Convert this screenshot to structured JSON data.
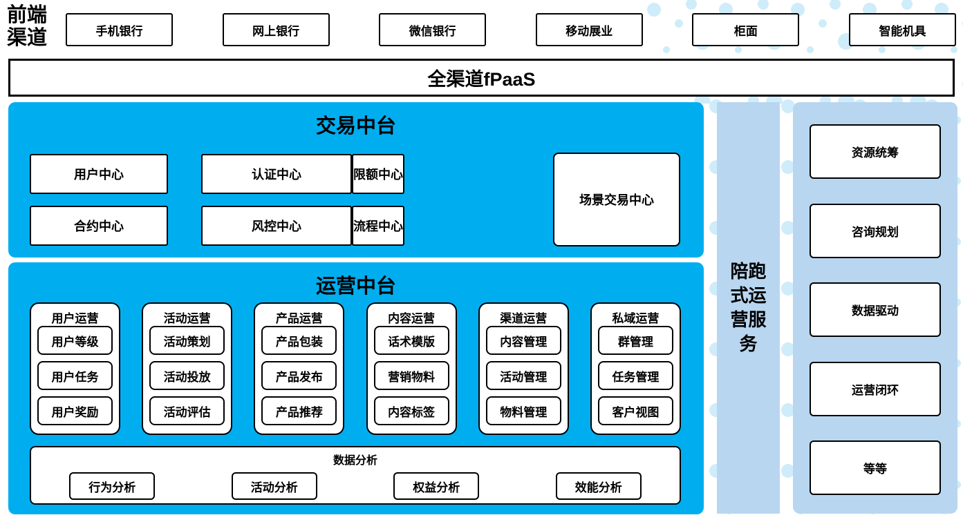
{
  "colors": {
    "accent_blue": "#00AEF0",
    "light_blue": "#B8D6F0",
    "dot_blue": "#CFECFA"
  },
  "front_channels": {
    "label": "前端渠道",
    "items": [
      "手机银行",
      "网上银行",
      "微信银行",
      "移动展业",
      "柜面",
      "智能机具"
    ]
  },
  "fpaas_bar": {
    "label": "全渠道fPaaS"
  },
  "transaction_platform": {
    "title": "交易中台",
    "row1": [
      "用户中心",
      "认证中心",
      "限额中心"
    ],
    "row2": [
      "合约中心",
      "风控中心",
      "流程中心"
    ],
    "tall_box": "场景交易中心"
  },
  "operation_platform": {
    "title": "运营中台",
    "groups": [
      {
        "title": "用户运营",
        "items": [
          "用户等级",
          "用户任务",
          "用户奖励"
        ]
      },
      {
        "title": "活动运营",
        "items": [
          "活动策划",
          "活动投放",
          "活动评估"
        ]
      },
      {
        "title": "产品运营",
        "items": [
          "产品包装",
          "产品发布",
          "产品推荐"
        ]
      },
      {
        "title": "内容运营",
        "items": [
          "话术模版",
          "营销物料",
          "内容标签"
        ]
      },
      {
        "title": "渠道运营",
        "items": [
          "内容管理",
          "活动管理",
          "物料管理"
        ]
      },
      {
        "title": "私域运营",
        "items": [
          "群管理",
          "任务管理",
          "客户视图"
        ]
      }
    ],
    "data_analysis": {
      "title": "数据分析",
      "items": [
        "行为分析",
        "活动分析",
        "权益分析",
        "效能分析"
      ]
    }
  },
  "side_service": {
    "label": "陪跑式运营服务"
  },
  "right_panel": {
    "items": [
      "资源统筹",
      "咨询规划",
      "数据驱动",
      "运营闭环",
      "等等"
    ]
  }
}
